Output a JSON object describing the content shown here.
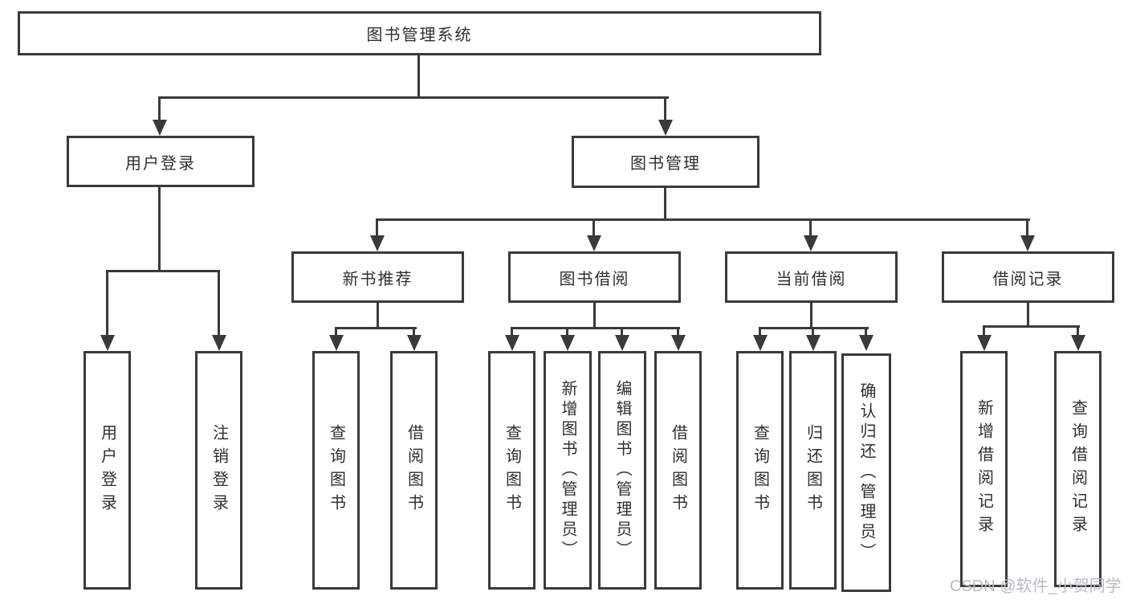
{
  "diagram": {
    "title_node": {
      "label": "图书管理系统"
    },
    "level2": [
      {
        "label": "用户登录"
      },
      {
        "label": "图书管理"
      }
    ],
    "level3": [
      {
        "label": "新书推荐"
      },
      {
        "label": "图书借阅"
      },
      {
        "label": "当前借阅"
      },
      {
        "label": "借阅记录"
      }
    ],
    "leaves": [
      {
        "label": "用户登录"
      },
      {
        "label": "注销登录"
      },
      {
        "label": "查询图书"
      },
      {
        "label": "借阅图书"
      },
      {
        "label": "查询图书"
      },
      {
        "label": "新增图书（管理员）"
      },
      {
        "label": "编辑图书（管理员）"
      },
      {
        "label": "借阅图书"
      },
      {
        "label": "查询图书"
      },
      {
        "label": "归还图书"
      },
      {
        "label": "确认归还（管理员）"
      },
      {
        "label": "新增借阅记录"
      },
      {
        "label": "查询借阅记录"
      }
    ],
    "watermark": {
      "text": "CSDN @软件_小贺同学"
    },
    "colors": {
      "line": "#3a3a3a",
      "text": "#2f2f2f",
      "background": "#ffffff",
      "watermark": "#b7bbc2"
    }
  }
}
